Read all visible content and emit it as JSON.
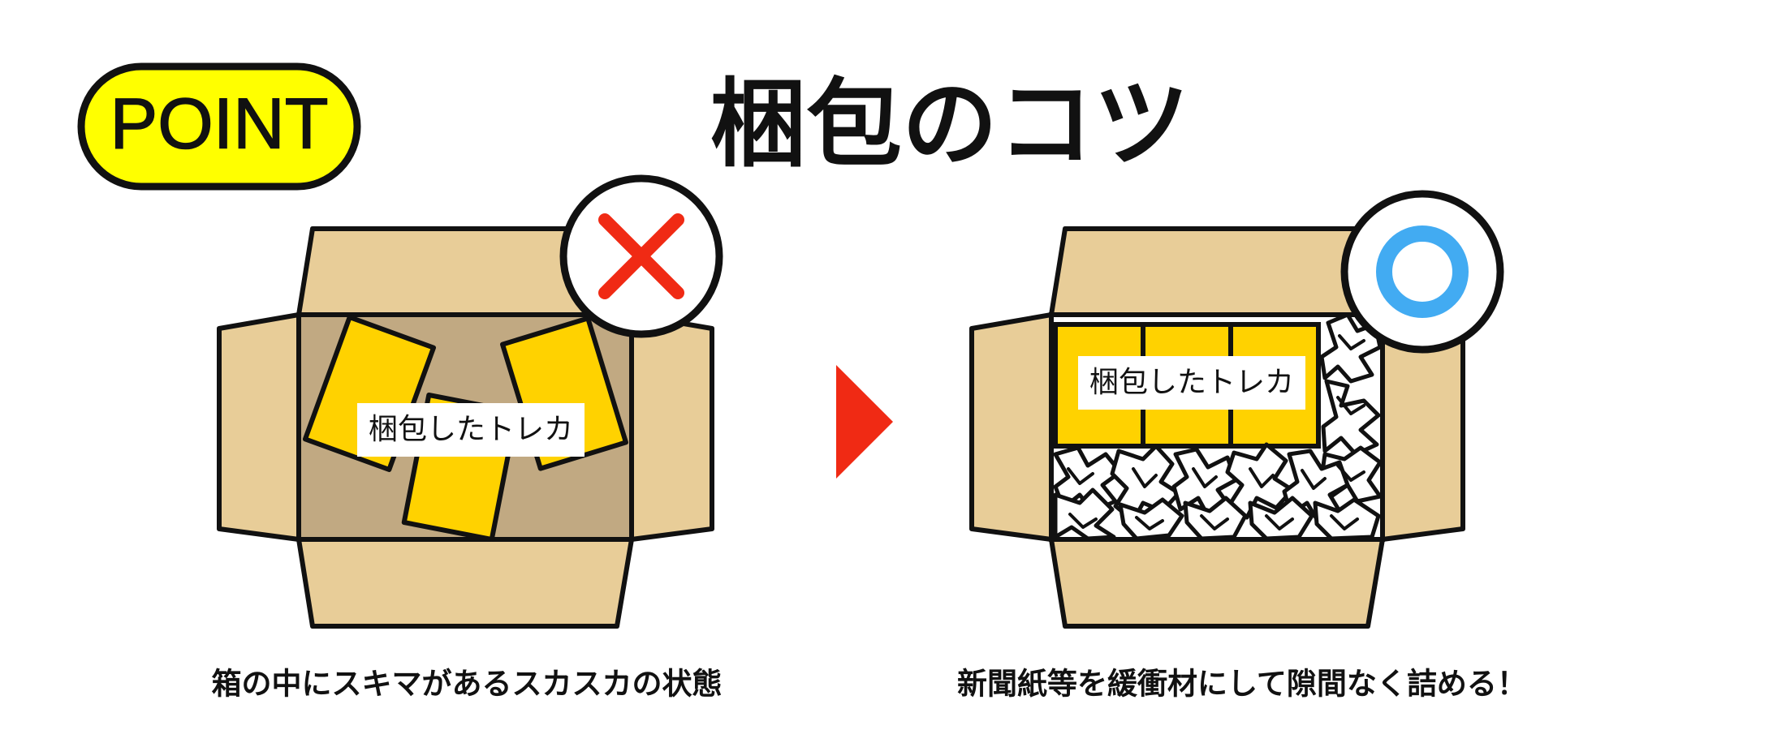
{
  "badge": {
    "label": "POINT"
  },
  "title": "梱包のコツ",
  "left_panel": {
    "mark": "✕",
    "item_label": "梱包したトレカ",
    "caption": "箱の中にスキマがあるスカスカの状態"
  },
  "right_panel": {
    "mark": "○",
    "item_label": "梱包したトレカ",
    "caption": "新聞紙等を緩衝材にして隙間なく詰める！"
  },
  "arrow": {
    "icon": "arrow-right-icon"
  },
  "colors": {
    "badge_fill": "#ffff00",
    "box_outer": "#e8cd98",
    "box_inner_empty": "#c1a982",
    "card_yellow": "#ffd200",
    "cross_red": "#f02a14",
    "circle_blue": "#42abf2",
    "arrow_red": "#f02a14",
    "outline": "#111111"
  }
}
